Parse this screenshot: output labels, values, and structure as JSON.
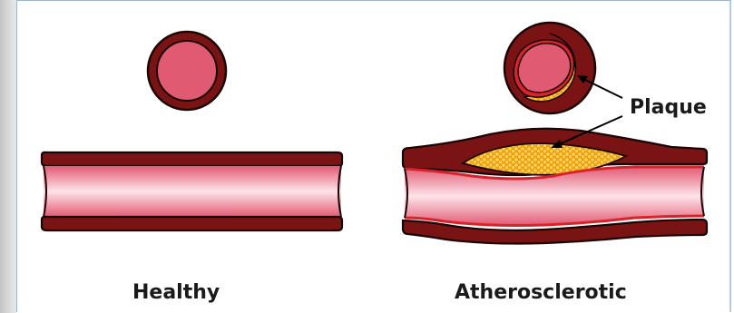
{
  "labels": {
    "plaque": "Plaque",
    "healthy": "Healthy",
    "atherosclerotic": "Atherosclerotic"
  },
  "colors": {
    "vessel_wall": "#7a1414",
    "vessel_outline": "#1a0505",
    "lumen": "#e05a72",
    "lumen_highlight": "#ffe0e6",
    "plaque_fill": "#f7b81d",
    "plaque_dot": "#ffd86b",
    "inner_lining": "#d8232a"
  }
}
